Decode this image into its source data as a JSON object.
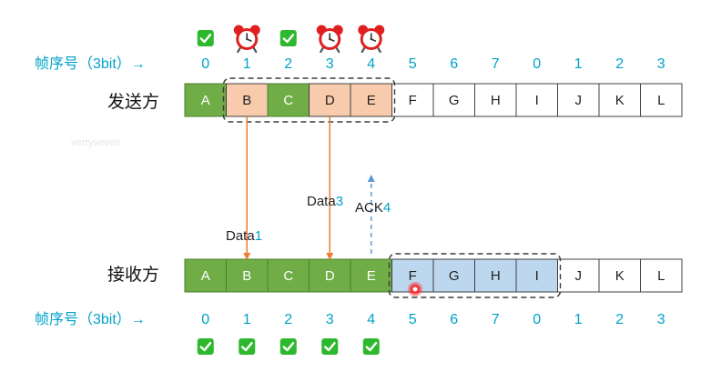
{
  "frame_label": "帧序号（3bit）→",
  "seq_numbers": [
    "0",
    "1",
    "2",
    "3",
    "4",
    "5",
    "6",
    "7",
    "0",
    "1",
    "2",
    "3"
  ],
  "sender": {
    "label": "发送方",
    "cells": [
      "A",
      "B",
      "C",
      "D",
      "E",
      "F",
      "G",
      "H",
      "I",
      "J",
      "K",
      "L"
    ],
    "states": [
      "acked",
      "sent",
      "acked",
      "sent",
      "sent",
      "empty",
      "empty",
      "empty",
      "empty",
      "empty",
      "empty",
      "empty"
    ],
    "window_start": 1,
    "window_end": 4
  },
  "receiver": {
    "label": "接收方",
    "cells": [
      "A",
      "B",
      "C",
      "D",
      "E",
      "F",
      "G",
      "H",
      "I",
      "J",
      "K",
      "L"
    ],
    "states": [
      "received",
      "received",
      "received",
      "received",
      "received",
      "window",
      "window",
      "window",
      "window",
      "empty",
      "empty",
      "empty"
    ],
    "window_start": 5,
    "window_end": 8
  },
  "sender_marks": [
    {
      "index": 0,
      "icon": "check-icon"
    },
    {
      "index": 1,
      "icon": "alarm-clock-icon"
    },
    {
      "index": 2,
      "icon": "check-icon"
    },
    {
      "index": 3,
      "icon": "alarm-clock-icon"
    },
    {
      "index": 4,
      "icon": "alarm-clock-icon"
    }
  ],
  "receiver_marks": [
    {
      "index": 0,
      "icon": "check-icon"
    },
    {
      "index": 1,
      "icon": "check-icon"
    },
    {
      "index": 2,
      "icon": "check-icon"
    },
    {
      "index": 3,
      "icon": "check-icon"
    },
    {
      "index": 4,
      "icon": "check-icon"
    }
  ],
  "arrows": [
    {
      "kind": "data",
      "label": "Data",
      "num": "1",
      "index": 1
    },
    {
      "kind": "data",
      "label": "Data",
      "num": "3",
      "index": 3
    },
    {
      "kind": "ack",
      "label": "ACK",
      "num": "4",
      "index": 4
    }
  ],
  "watermark": "verryseven",
  "colors": {
    "seq": "#00a2c8",
    "green": "#70ad47",
    "green_border": "#4b7f2e",
    "sent_fill": "#f8cbad",
    "window_fill": "#bdd7ee",
    "data_arrow": "#ed7d31",
    "ack_arrow": "#5b9bd5",
    "cell_border": "#404040",
    "dashed": "#3b3b3b",
    "check_bg": "#2eb82e",
    "clock": "#e02020",
    "pointer": "#e60012"
  }
}
